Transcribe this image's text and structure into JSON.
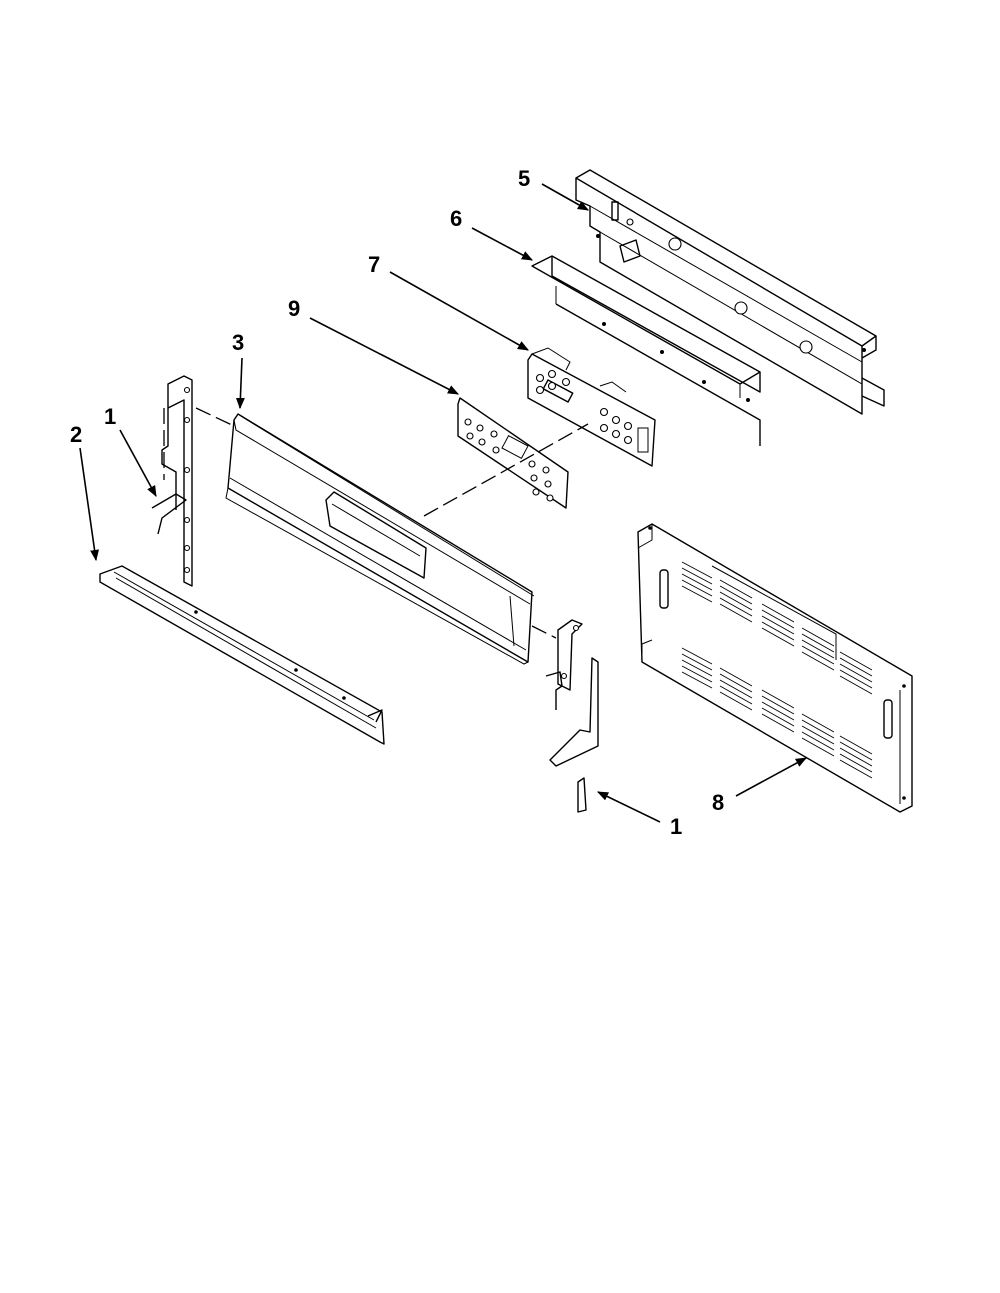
{
  "callouts": {
    "c1_left": "1",
    "c2": "2",
    "c3": "3",
    "c9": "9",
    "c7": "7",
    "c6": "6",
    "c5": "5",
    "c1_right": "1",
    "c8": "8"
  }
}
